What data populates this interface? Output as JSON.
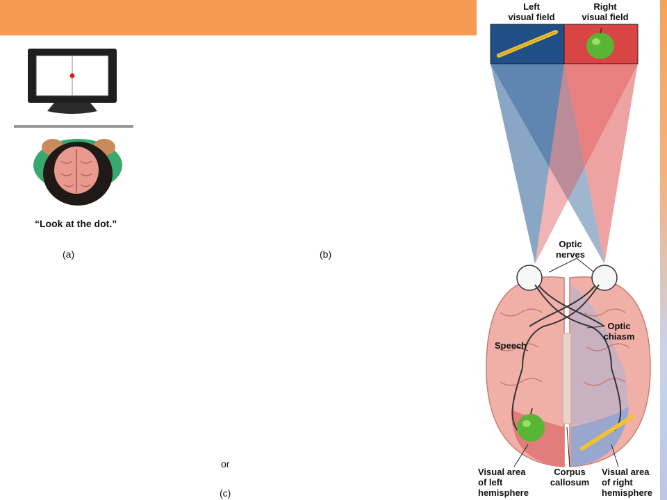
{
  "panel_a": {
    "instruction": "“Look at the dot.”",
    "label": "(a)"
  },
  "panel_b": {
    "label": "(b)",
    "left_field": "Left\nvisual field",
    "right_field": "Right\nvisual field",
    "optic_nerves": "Optic\nnerves",
    "optic_chiasm": "Optic\nchiasm",
    "speech": "Speech",
    "visual_area_left": "Visual area\nof left\nhemisphere",
    "corpus_callosum": "Corpus\ncallosum",
    "visual_area_right": "Visual area\nof right\nhemisphere"
  },
  "panel_c": {
    "or_text": "or",
    "label": "(c)"
  },
  "colors": {
    "header_bar": "#f79a51",
    "left_field_blue": "#1f4f86",
    "right_field_red": "#d94444",
    "brain_pink": "#f0b0a8"
  }
}
